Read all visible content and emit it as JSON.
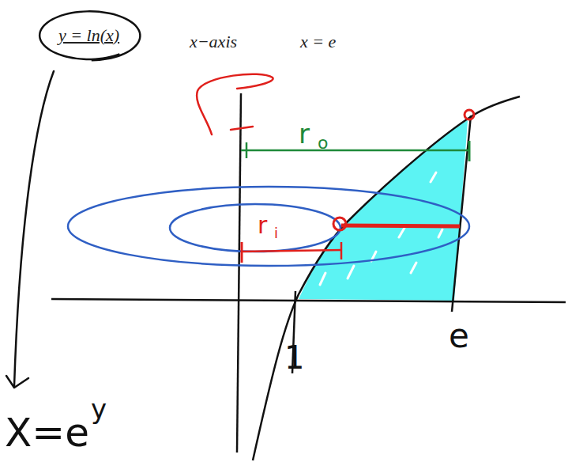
{
  "diagram": {
    "nodes": [
      {
        "text": [
          "y = ln(x)"
        ]
      }
    ],
    "labels": [
      "x−axis",
      "x = e",
      "r",
      "o",
      "r",
      "i",
      "1",
      "e",
      "X=e",
      "y"
    ]
  }
}
